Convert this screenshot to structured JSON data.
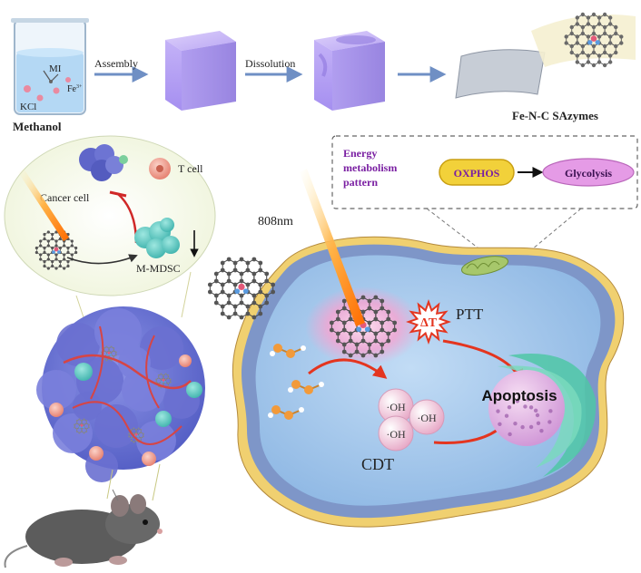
{
  "synthesis": {
    "beaker_label": "Methanol",
    "reagent_mi": "MI",
    "reagent_fe": "Fe",
    "reagent_fe_charge": "3+",
    "reagent_kcl": "KCl",
    "step1_label": "Assembly",
    "step2_label": "Dissolution",
    "product_label": "Fe-N-C SAzymes"
  },
  "energy_box": {
    "title_line1": "Energy",
    "title_line2": "metabolism",
    "title_line3": "pattern",
    "from_state": "OXPHOS",
    "to_state": "Glycolysis"
  },
  "immune_panel": {
    "t_cell_label": "T cell",
    "cancer_cell_label": "Cancer cell",
    "mdsc_label": "M-MDSC"
  },
  "cell": {
    "laser_label": "808nm",
    "delta_t": "ΔT",
    "ptt_label": "PTT",
    "apoptosis_label": "Apoptosis",
    "cdt_label": "CDT",
    "oh_radical": "·OH"
  },
  "colors": {
    "purple_text": "#7a1fa2",
    "oxphos_fill": "#f2d13a",
    "glycolysis_fill": "#e59be6",
    "arrow_blue": "#6f8fc4",
    "membrane_blue": "#7e96c8",
    "cytoplasm_blue": "#9fc4ea",
    "inhibition_red": "#d02828",
    "ptt_red": "#e4351f"
  }
}
